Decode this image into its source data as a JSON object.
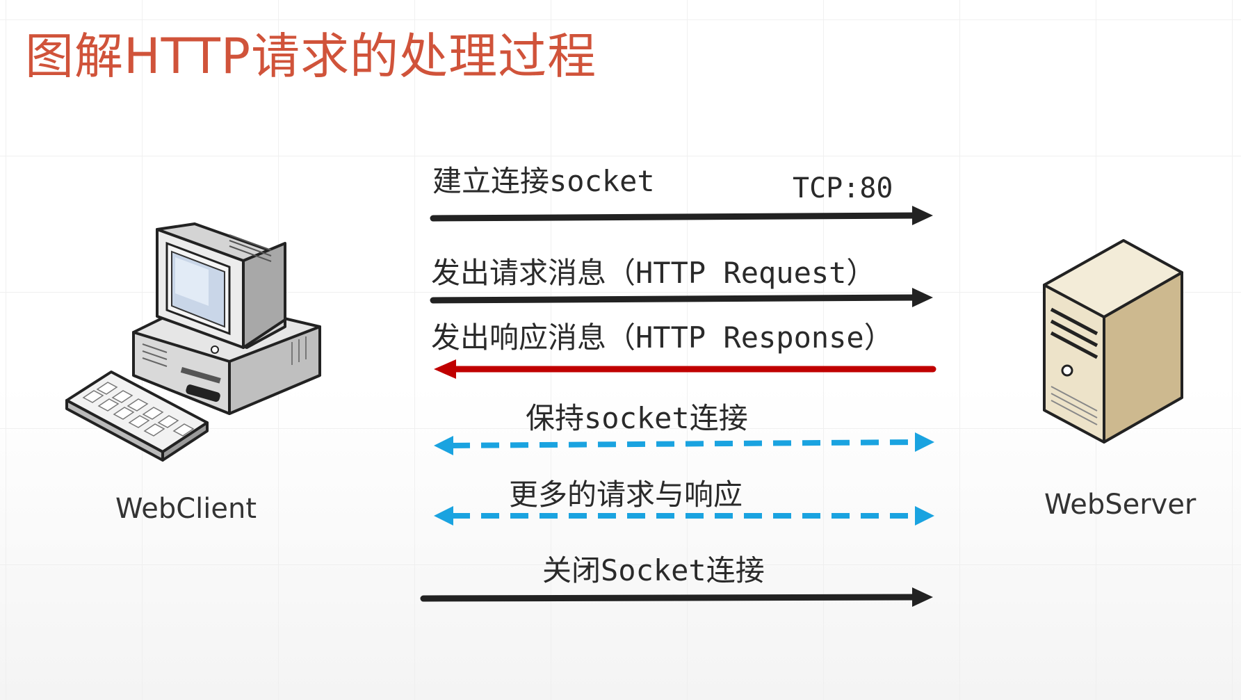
{
  "title": "图解HTTP请求的处理过程",
  "client": {
    "label": "WebClient"
  },
  "server": {
    "label": "WebServer"
  },
  "port_label": "TCP:80",
  "messages": [
    {
      "label": "建立连接socket",
      "direction": "to-server",
      "style": "solid",
      "color": "#222222"
    },
    {
      "label": "发出请求消息（HTTP Request）",
      "direction": "to-server",
      "style": "solid",
      "color": "#222222"
    },
    {
      "label": "发出响应消息（HTTP Response）",
      "direction": "to-client",
      "style": "solid",
      "color": "#c00000"
    },
    {
      "label": "保持socket连接",
      "direction": "both",
      "style": "dashed",
      "color": "#1aa3e0"
    },
    {
      "label": "更多的请求与响应",
      "direction": "both",
      "style": "dashed",
      "color": "#1aa3e0"
    },
    {
      "label": "关闭Socket连接",
      "direction": "to-server",
      "style": "solid",
      "color": "#222222"
    }
  ]
}
